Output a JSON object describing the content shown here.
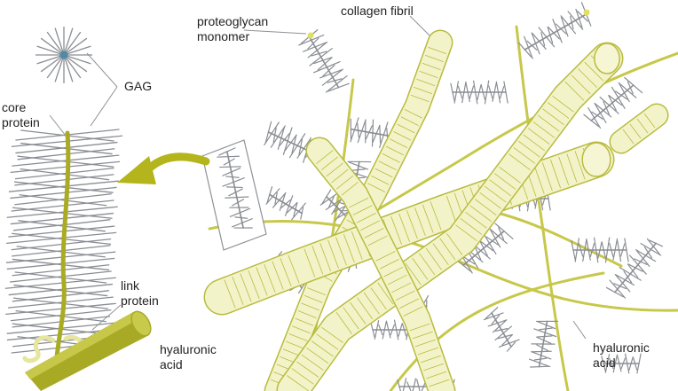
{
  "labels": {
    "proteoglycan_monomer": {
      "line1": "proteoglycan",
      "line2": "monomer"
    },
    "collagen_fibril": "collagen fibril",
    "gag": "GAG",
    "core_protein": {
      "line1": "core",
      "line2": "protein"
    },
    "link_protein": {
      "line1": "link",
      "line2": "protein"
    },
    "hyaluronic_acid_left": {
      "line1": "hyaluronic",
      "line2": "acid"
    },
    "hyaluronic_acid_right": {
      "line1": "hyaluronic",
      "line2": "acid"
    }
  },
  "colors": {
    "hyaluronic": "#c7c84a",
    "hyaluronic_dark": "#a8aa25",
    "core": "#a9ab22",
    "gag": "#8a8d93",
    "collagen_fill": "#f3f3c9",
    "collagen_stroke": "#b8bb3e",
    "arrow": "#b4b51c",
    "node": "#4f8aa6",
    "label_line": "#8e9196"
  }
}
